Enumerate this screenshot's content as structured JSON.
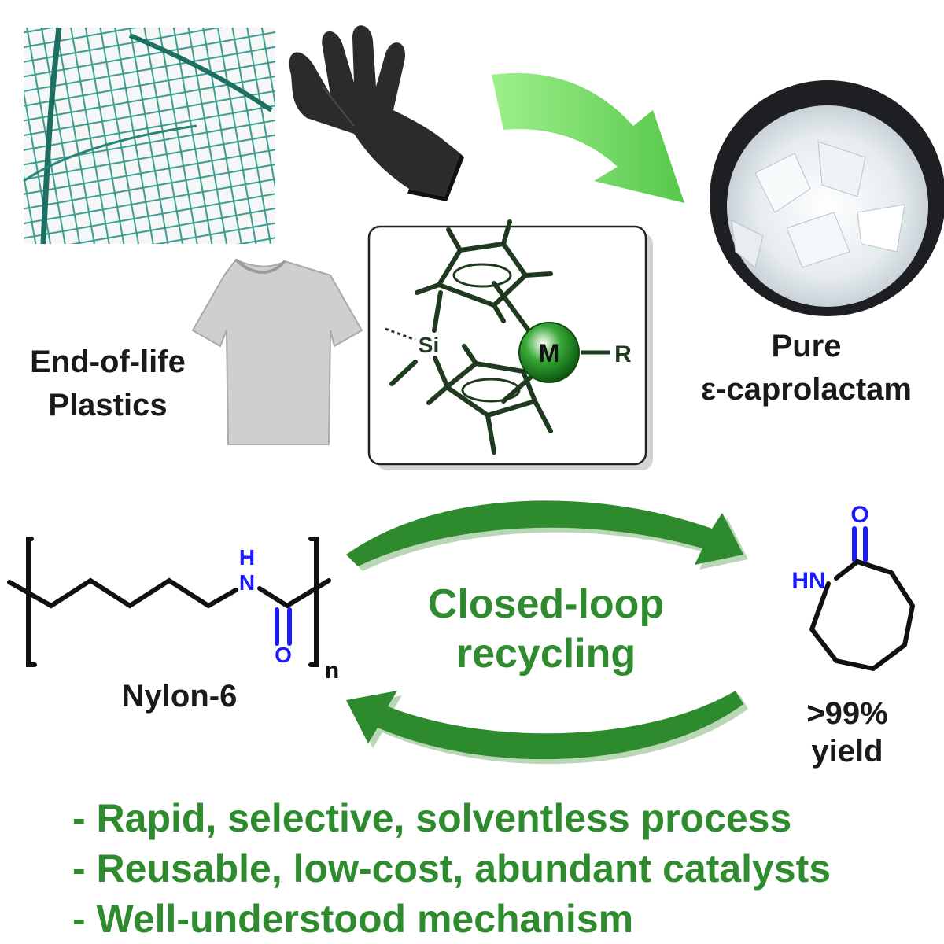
{
  "labels": {
    "end_of_life_line1": "End-of-life",
    "end_of_life_line2": "Plastics",
    "pure_line1": "Pure",
    "pure_line2": "ε-caprolactam",
    "nylon": "Nylon-6",
    "closed_loop_line1": "Closed-loop",
    "closed_loop_line2": "recycling",
    "yield_line1": ">99%",
    "yield_line2": "yield"
  },
  "catalyst": {
    "si": "Si",
    "metal": "M",
    "r_group": "R"
  },
  "nylon_structure": {
    "nh_h": "H",
    "nh_n": "N",
    "carbonyl_o": "O",
    "subscript": "n"
  },
  "caprolactam_structure": {
    "carbonyl_o": "O",
    "hn": "HN"
  },
  "bullets": [
    "- Rapid, selective, solventless process",
    "- Reusable, low-cost, abundant catalysts",
    "- Well-understood mechanism"
  ],
  "colors": {
    "green_text": "#2e8b2e",
    "green_arrow": "#2d8a2d",
    "light_green_arrow": "#7ddc6f",
    "heteroatom_blue": "#1a1aff",
    "catalyst_dark": "#1f3a1f",
    "net_teal": "#2f8f82"
  },
  "icons": [
    "fishing-net-photo",
    "black-glove-icon",
    "gray-tshirt-icon",
    "caprolactam-crystals-photo"
  ]
}
